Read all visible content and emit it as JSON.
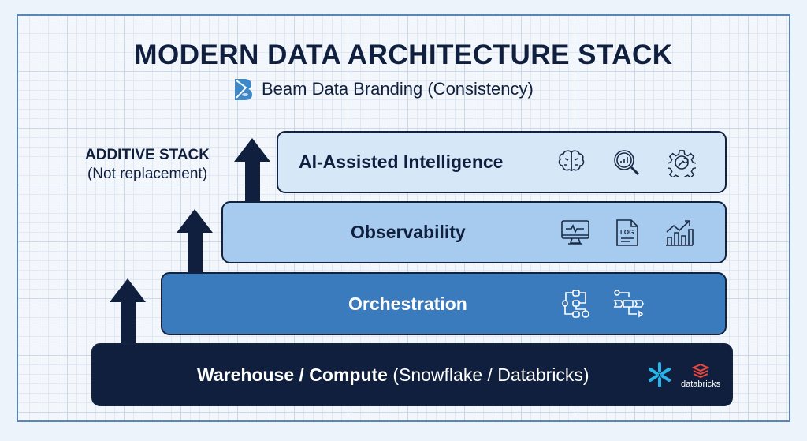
{
  "title": "MODERN DATA ARCHITECTURE STACK",
  "subtitle": {
    "brand": "Beam Data Branding",
    "note": "(Consistency)",
    "logo": "beam-b-logo"
  },
  "side_note": {
    "heading": "ADDITIVE STACK",
    "sub": "(Not replacement)"
  },
  "layers": [
    {
      "label": "AI-Assisted Intelligence",
      "icons": [
        "brain-icon",
        "search-chart-icon",
        "gear-wrench-icon"
      ],
      "color": "#d6e7f8"
    },
    {
      "label": "Observability",
      "icons": [
        "monitor-pulse-icon",
        "log-file-icon",
        "growth-chart-icon"
      ],
      "color": "#a6cbef"
    },
    {
      "label": "Orchestration",
      "icons": [
        "workflow-icon",
        "pipeline-icon"
      ],
      "color": "#3a7bbd"
    },
    {
      "label": "Warehouse / Compute",
      "label_extra": "(Snowflake / Databricks)",
      "logos": [
        "snowflake-logo",
        "databricks-logo"
      ],
      "databricks_text": "databricks",
      "color": "#0f1f3d"
    }
  ]
}
